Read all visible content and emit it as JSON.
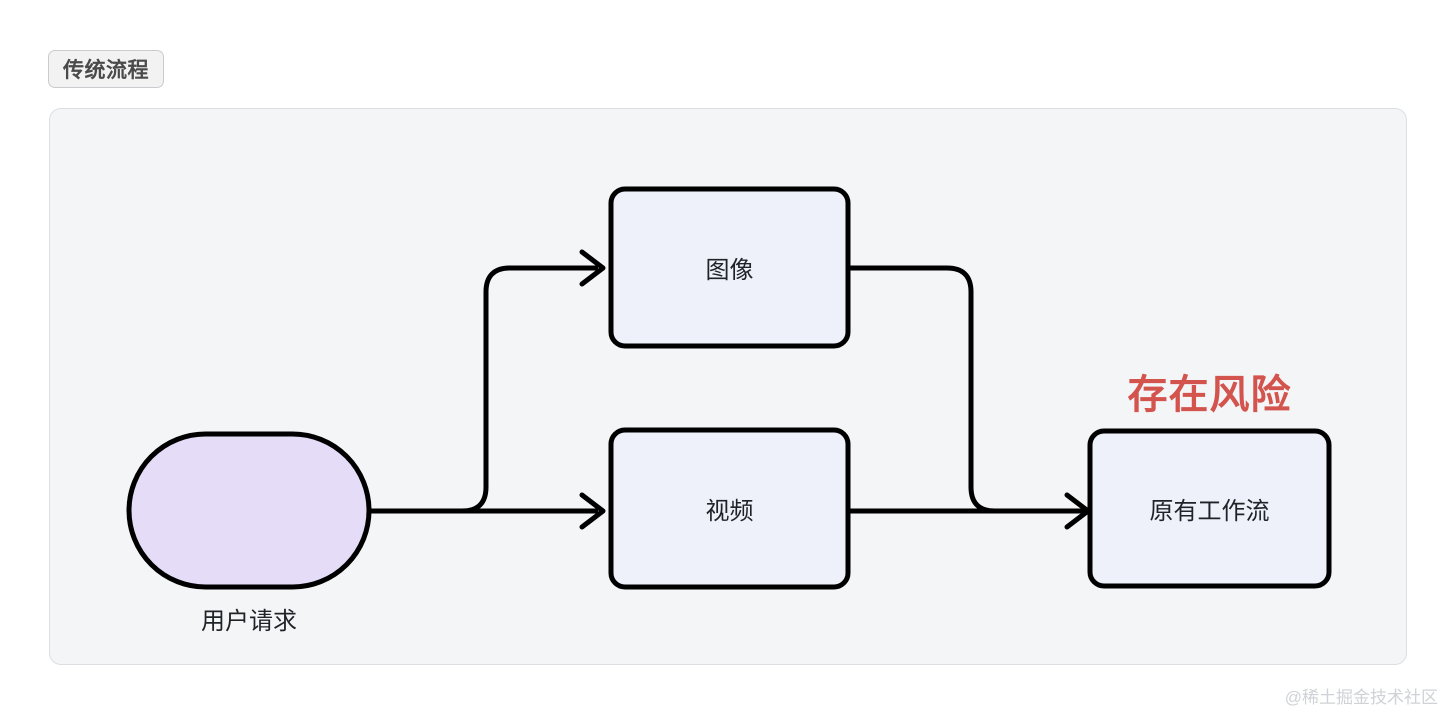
{
  "section": {
    "badge_label": "传统流程"
  },
  "diagram": {
    "type": "flowchart",
    "direction": "left-to-right",
    "nodes": [
      {
        "id": "user-request",
        "label": "用户请求",
        "shape": "stadium",
        "fill": "#e5dcf8",
        "stroke": "#000000"
      },
      {
        "id": "image",
        "label": "图像",
        "shape": "rounded-rect",
        "fill": "#eef1fa",
        "stroke": "#000000"
      },
      {
        "id": "video",
        "label": "视频",
        "shape": "rounded-rect",
        "fill": "#eef1fa",
        "stroke": "#000000"
      },
      {
        "id": "workflow",
        "label": "原有工作流",
        "shape": "rounded-rect",
        "fill": "#eef1fa",
        "stroke": "#000000"
      }
    ],
    "edges": [
      {
        "from": "user-request",
        "to": "image",
        "style": "orthogonal-elbow",
        "arrow": "open"
      },
      {
        "from": "user-request",
        "to": "video",
        "style": "straight",
        "arrow": "open"
      },
      {
        "from": "image",
        "to": "workflow",
        "style": "orthogonal-elbow",
        "arrow": "none"
      },
      {
        "from": "video",
        "to": "workflow",
        "style": "straight",
        "arrow": "open"
      }
    ],
    "annotations": [
      {
        "id": "risk",
        "text": "存在风险",
        "color": "#d3534d",
        "attached_to": "workflow"
      }
    ],
    "panel": {
      "background": "#f4f5f7",
      "border": "#dcdee2"
    }
  },
  "footer": {
    "watermark": "@稀土掘金技术社区"
  }
}
